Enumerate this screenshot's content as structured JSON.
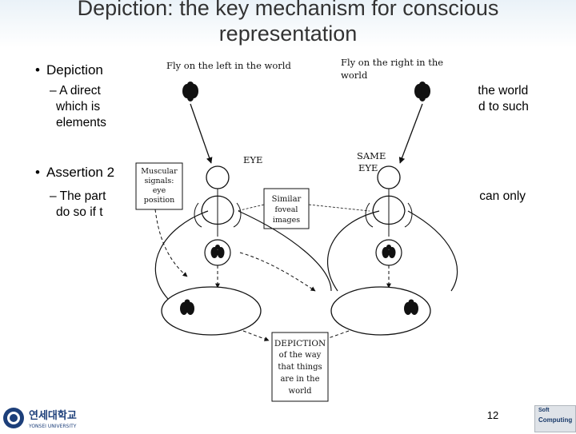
{
  "slide": {
    "title_line1": "Depiction: the key mechanism for conscious",
    "title_line2": "representation",
    "bullet1": "Depiction",
    "bullet1_sub_line1_left": "– A direct",
    "bullet1_sub_line1_right": "e in the world",
    "bullet1_sub_line2_left": "which is",
    "bullet1_sub_line2_right": "d to such",
    "bullet1_sub_line3_left": "elements",
    "bullet2": "Assertion 2",
    "bullet2_sub_line1_left": "– The part",
    "bullet2_sub_line1_right": "nce can only",
    "bullet2_sub_line2_left": "do so if t"
  },
  "diagram": {
    "label_left": "Fly on the left in the world",
    "label_right_line1": "Fly on the right in the",
    "label_right_line2": "world",
    "eye_left": "EYE",
    "eye_right_line1": "SAME",
    "eye_right_line2": "EYE",
    "muscular_line1": "Muscular",
    "muscular_line2": "signals:",
    "muscular_line3": "eye",
    "muscular_line4": "position",
    "similar_line1": "Similar",
    "similar_line2": "foveal",
    "similar_line3": "images",
    "depiction_line1": "DEPICTION",
    "depiction_line2": "of the way",
    "depiction_line3": "that  things",
    "depiction_line4": "are in the",
    "depiction_line5": "world"
  },
  "footer": {
    "university_korean": "연세대학교",
    "university_english": "YONSEI UNIVERSITY",
    "page_number": "12",
    "logo_line1": "Soft",
    "logo_line2": "Computing"
  }
}
